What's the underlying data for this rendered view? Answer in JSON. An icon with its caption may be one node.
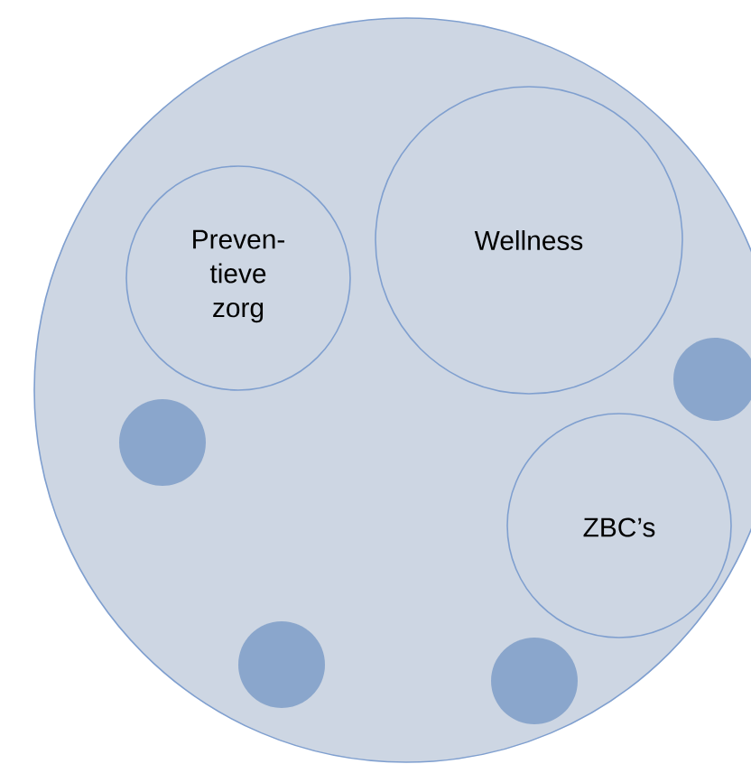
{
  "diagram": {
    "nodes": [
      {
        "text": [],
        "shape": "circle"
      },
      {
        "text": [
          "Preven- tieve zorg"
        ],
        "in": 0
      },
      {
        "text": [
          "Wellness"
        ],
        "in": 0
      },
      {
        "text": [
          "ZBC’s"
        ],
        "in": 0
      },
      {
        "text": [],
        "shape": "circle",
        "in": 0
      },
      {
        "text": [],
        "shape": "circle",
        "in": 0
      },
      {
        "text": [],
        "shape": "circle",
        "in": 0
      },
      {
        "text": [],
        "shape": "circle",
        "in": 0
      }
    ]
  }
}
